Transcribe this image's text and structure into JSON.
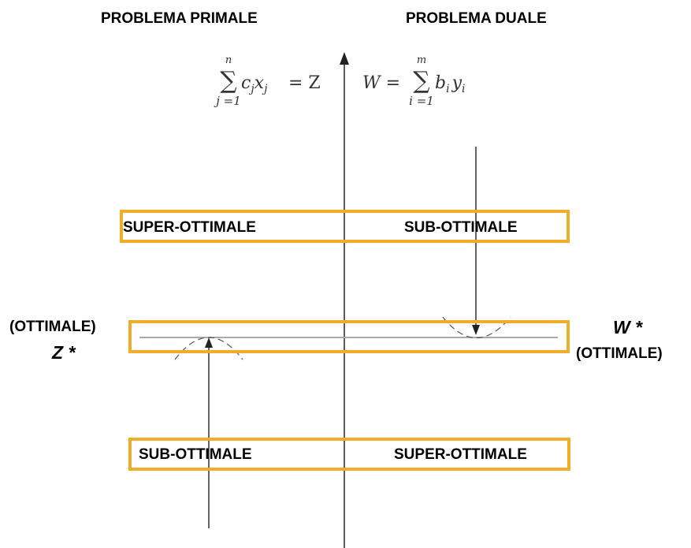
{
  "headers": {
    "primal": "PROBLEMA PRIMALE",
    "dual": "PROBLEMA DUALE"
  },
  "formulas": {
    "primal": {
      "sum_top": "n",
      "sum_bottom": "j =1",
      "expr": "c",
      "sub": "j",
      "var": "x",
      "var_sub": "j",
      "rhs": "= Z"
    },
    "dual": {
      "lhs": "W =",
      "sum_top": "m",
      "sum_bottom": "i =1",
      "expr": "b",
      "sub": "i",
      "var": "y",
      "var_sub": "i"
    }
  },
  "boxes": {
    "upper": {
      "left": "SUPER-OTTIMALE",
      "right": "SUB-OTTIMALE"
    },
    "middle": {},
    "lower": {
      "left": "SUB-OTTIMALE",
      "right": "SUPER-OTTIMALE"
    }
  },
  "optimum": {
    "left_label": "(OTTIMALE)",
    "left_symbol": "Z *",
    "right_symbol": "W *",
    "right_label": "(OTTIMALE)"
  },
  "colors": {
    "box_border": "#f0ad2a",
    "axis": "#333333",
    "optimum_line": "#aaaaaa"
  }
}
